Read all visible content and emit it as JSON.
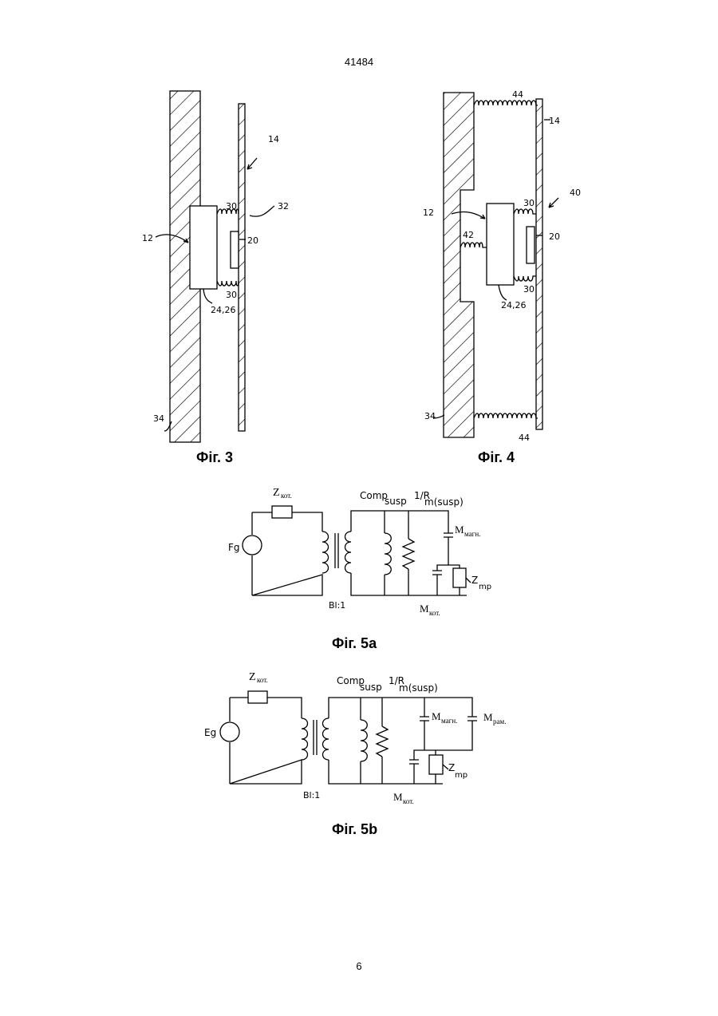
{
  "header": {
    "page_code": "41484"
  },
  "footer": {
    "page_number": "6"
  },
  "fig3": {
    "caption": "Фіг. 3",
    "labels": {
      "l14": "14",
      "l32": "32",
      "l30a": "30",
      "l30b": "30",
      "l12": "12",
      "l20": "20",
      "l2426": "24,26",
      "l34": "34"
    }
  },
  "fig4": {
    "caption": "Фіг. 4",
    "labels": {
      "l44a": "44",
      "l14": "14",
      "l40": "40",
      "l12": "12",
      "l30a": "30",
      "l42": "42",
      "l20": "20",
      "l30b": "30",
      "l2426": "24,26",
      "l34": "34",
      "l44b": "44"
    }
  },
  "fig5a": {
    "caption": "Фіг. 5а",
    "labels": {
      "z_kot": "Z",
      "z_kot_sub": "кот.",
      "comp": "Comp",
      "comp_sub": "susp",
      "r": "1/R",
      "r_sub": "m(susp)",
      "m_magn": "M",
      "m_magn_sub": "магн.",
      "fg": "Fg",
      "z_mp": "Z",
      "z_mp_sub": "mp",
      "bl": "Bl:1",
      "m_kot": "M",
      "m_kot_sub": "кот."
    }
  },
  "fig5b": {
    "caption": "Фіг. 5b",
    "labels": {
      "z_kot": "Z",
      "z_kot_sub": "кот.",
      "comp": "Comp",
      "comp_sub": "susp",
      "r": "1/R",
      "r_sub": "m(susp)",
      "m_magn": "M",
      "m_magn_sub": "магн.",
      "m_ram": "M",
      "m_ram_sub": "рам.",
      "eg": "Eg",
      "z_mp": "Z",
      "z_mp_sub": "mp",
      "bl": "Bl:1",
      "m_kot": "M",
      "m_kot_sub": "кот."
    }
  }
}
